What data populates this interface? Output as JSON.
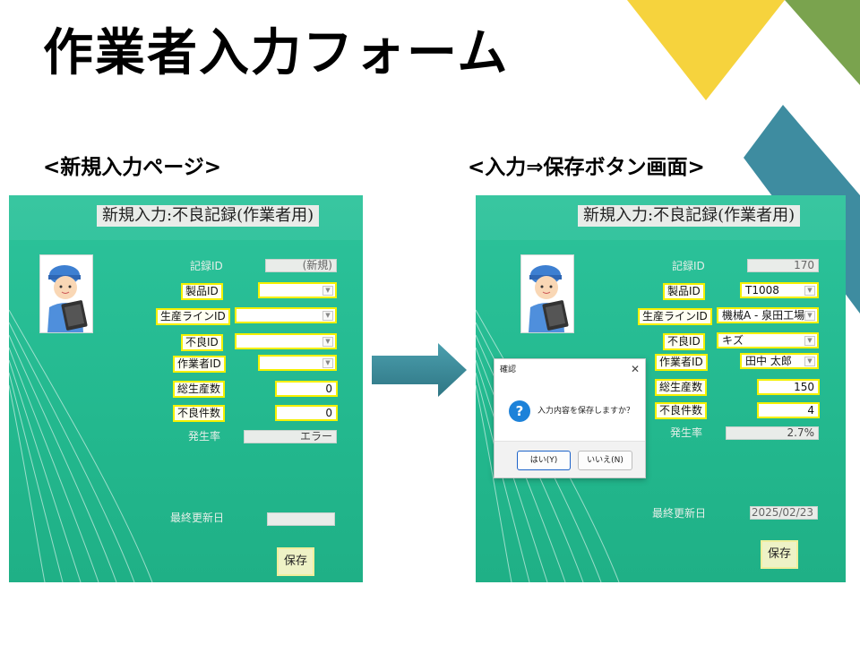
{
  "slide": {
    "title": "作業者入力フォーム",
    "left_label": "<新規入力ページ>",
    "right_label": "<入力⇒保存ボタン画面>"
  },
  "colors": {
    "panel_green": "#23b88e",
    "highlight_yellow": "#f5f000",
    "deco_yellow": "#f6d33d",
    "deco_olive": "#7aa34e",
    "deco_teal": "#3e8ca0",
    "arrow_teal": "#3f8d9b"
  },
  "form_left": {
    "title": "新規入力:不良記録(作業者用)",
    "fields": {
      "record_id_label": "記録ID",
      "record_id_value": "(新規)",
      "product_id_label": "製品ID",
      "product_id_value": "",
      "line_id_label": "生産ラインID",
      "line_id_value": "",
      "defect_id_label": "不良ID",
      "defect_id_value": "",
      "worker_id_label": "作業者ID",
      "worker_id_value": "",
      "total_label": "総生産数",
      "total_value": "0",
      "defects_label": "不良件数",
      "defects_value": "0",
      "rate_label": "発生率",
      "rate_value": "エラー",
      "updated_label": "最終更新日",
      "updated_value": ""
    },
    "save_label": "保存"
  },
  "form_right": {
    "title": "新規入力:不良記録(作業者用)",
    "fields": {
      "record_id_label": "記録ID",
      "record_id_value": "170",
      "product_id_label": "製品ID",
      "product_id_value": "T1008",
      "line_id_label": "生産ラインID",
      "line_id_value": "機械A - 泉田工場",
      "defect_id_label": "不良ID",
      "defect_id_value": "キズ",
      "worker_id_label": "作業者ID",
      "worker_id_value": "田中 太郎",
      "total_label": "総生産数",
      "total_value": "150",
      "defects_label": "不良件数",
      "defects_value": "4",
      "rate_label": "発生率",
      "rate_value": "2.7%",
      "updated_label": "最終更新日",
      "updated_value": "2025/02/23"
    },
    "save_label": "保存"
  },
  "dialog": {
    "title": "確認",
    "close": "✕",
    "icon": "?",
    "message": "入力内容を保存しますか？",
    "yes": "はい(Y)",
    "no": "いいえ(N)"
  }
}
